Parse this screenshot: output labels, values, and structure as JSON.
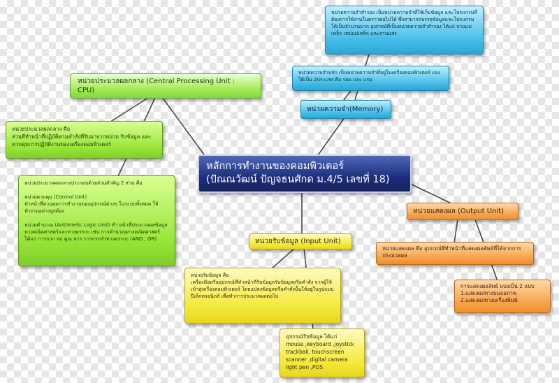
{
  "center": {
    "line1": "หลักการทำงานของคอมพิวเตอร์",
    "line2": "(ปัณณวัฒน์ ปัญจธนศักด ม.4/5 เลขที่ 18)"
  },
  "cpu": {
    "title": "หน่วยประมวลผลกลาง (Central Processing Unit : CPU)",
    "desc": "หน่วยประมวลผลกลาง คือ\n      ส่วนที่ทำหน้าที่ปฏิบัติตามคำสั่งที่รับมาจากหน่วย รับข้อมูล และควบคุมการปฏิบัติงานของเครื่องคอมพิวเตอร์",
    "parts": "หน่วยประมวลผลกลางประกอบด้วยส่วนสำคัญ 2 ส่วน คือ\n\nหน่วยควบคุม (Control Unit)\nทำหน้าที่ควบคุมการทำงานของอุปกรณ์ต่างๆ ในระบบทั้งหมด ให้ทำงานอย่างถูกต้อง\n\nหน่วยคำนวณ (Arithmetic Logic Unit) ทำ หน้าที่ประมวลผลข้อมูลทางคณิตศาสตร์และทางตรรกะ เช่น   การคำนวณทางคณิตศาสตร์ ได้แก่ การบวก ลบ คูณ หาร   การกระทำทางตรรกะ (AND , OR)"
  },
  "memory": {
    "title": "หน่วยความจำ(Memory)",
    "main": "หน่วยความจำหลัก  เป็นหน่วยความจำที่อยู่ในเครื่องคอมพิวเตอร์  แบ่งได้เป็น 2ประเภท คือ รอม และ แรม",
    "secondary": "หน่วยความจำสำรอง  เป็นหน่วยความจำที่ใช้เก็บข้อมูล และโปรแกรมที่ต้องการใช้งานในคราวต่อไปได้   ซึ่งสามารถบรรจุข้อมูลและโปรแกรมได้เป็นจำนวนมาก อุปกรณ์ที่เป็นหน่วยความจำสำรอง ได้แก่ จานแม่เหล็ก เทปแม่เหล็ก และจานแสง"
  },
  "output": {
    "title": "หน่วยแสดงผล (Output Unit)",
    "desc": "หน่วยแสดงผล คือ อุปกรณ์ที่ทำหน้าที่แสดงผลลัพธ์ที่ได้จากการประมวลผล",
    "types": "การแสดงผลลัพธ์ แบ่งเป็น 2 แบบ\n1.แสดงผลทางบนจอภาพ\n2.แสดงผลทางเครื่องพิมพ์"
  },
  "input": {
    "title": "หน่วยรับข้อมูล (Input Unit)",
    "desc": "หน่วยรับข้อมูล คือ\n      เครื่องมือหรืออุปกรณ์ที่ทำหน้าที่รับข้อมูลรับข้อมูลหรือคำสั่ง จากผู้ใช้เข้าสู่เครื่องคอมพิวเตอร์ โดยแปลงข้อมูลหรือคำสั่งนั้นให้อยู่ในรูปแบบปีเล็กทรอนิกส์ เพื่อทำการประมวลผลต่อไป",
    "devices": "อุปกรณ์รับข้อมูล ได้แก่\nmouse ,keyboard ,joystick\ntrackball, touchscreen\nscanner ,digital camera\nlight pen ,POS"
  },
  "colors": {
    "center": "#1d2f7c",
    "cpu_green": "#9be63b",
    "memory_blue": "#46bde8",
    "output_orange": "#f6a34b",
    "input_yellow": "#f4e93a",
    "link": "#4a4a4a"
  }
}
